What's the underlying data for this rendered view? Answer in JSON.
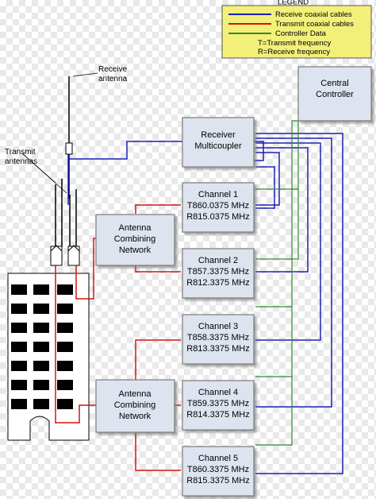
{
  "legend": {
    "title": "LEGEND",
    "receive": "Receive coaxial cables",
    "transmit": "Transmit coaxial cables",
    "controller": "Controller Data",
    "t_note": "T=Transmit frequency",
    "r_note": "R=Receive frequency"
  },
  "labels": {
    "receive_antenna_1": "Receive",
    "receive_antenna_2": "antenna",
    "transmit_antennas_1": "Transmit",
    "transmit_antennas_2": "antennas"
  },
  "boxes": {
    "central_1": "Central",
    "central_2": "Controller",
    "receiver_1": "Receiver",
    "receiver_2": "Multicoupler",
    "acn_upper_1": "Antenna",
    "acn_upper_2": "Combining",
    "acn_upper_3": "Network",
    "acn_lower_1": "Antenna",
    "acn_lower_2": "Combining",
    "acn_lower_3": "Network"
  },
  "channels": [
    {
      "name": "Channel 1",
      "tx": "T860.0375 MHz",
      "rx": "R815.0375 MHz"
    },
    {
      "name": "Channel 2",
      "tx": "T857.3375 MHz",
      "rx": "R812.3375 MHz"
    },
    {
      "name": "Channel 3",
      "tx": "T858.3375 MHz",
      "rx": "R813.3375 MHz"
    },
    {
      "name": "Channel 4",
      "tx": "T859.3375 MHz",
      "rx": "R814.3375 MHz"
    },
    {
      "name": "Channel 5",
      "tx": "T860.3375 MHz",
      "rx": "R815.3375 MHz"
    }
  ],
  "colors": {
    "receive": "#1f1fb8",
    "transmit": "#d21414",
    "controller": "#2e8b2e",
    "box_fill": "#dde4ef",
    "box_stroke": "#7a7a7a",
    "legend_fill": "#f3f07a"
  }
}
